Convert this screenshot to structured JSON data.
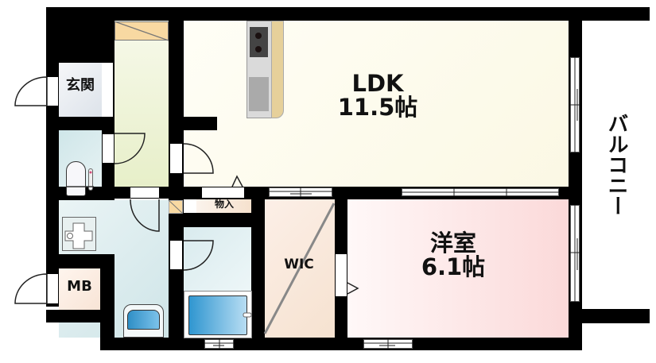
{
  "title": "Floor plan 1LDK",
  "colors": {
    "wall": "#000000",
    "ldk": "#fdfbee",
    "western_room": "#fbe0e0",
    "wic": "#f9e8dc",
    "corridor": "#eef2d6",
    "entrance": "#e8ecf0",
    "toilet": "#d6ebee",
    "washroom": "#dcecef",
    "bath": "#e4f1f3",
    "mb": "#fbeee4",
    "storage": "#fbe9d8",
    "shoe_box": "#f8d9a2",
    "kitchen_counter": "#dadada",
    "kitchen_wood": "#e6d09a",
    "tub_blue": "#3a9fd4"
  },
  "rooms": {
    "ldk": {
      "name": "LDK",
      "size": "11.5帖"
    },
    "western": {
      "name": "洋室",
      "size": "6.1帖"
    },
    "wic": {
      "name": "WIC"
    },
    "entrance": {
      "name": "玄関"
    },
    "mb": {
      "name": "MB"
    },
    "storage": {
      "name": "物入"
    },
    "balcony": {
      "name": "バルコニー"
    }
  },
  "fixtures": [
    "kitchen-stove-icon",
    "kitchen-sink-icon",
    "toilet-icon",
    "washing-machine-pan-icon",
    "wash-basin-icon",
    "bathtub-icon"
  ]
}
